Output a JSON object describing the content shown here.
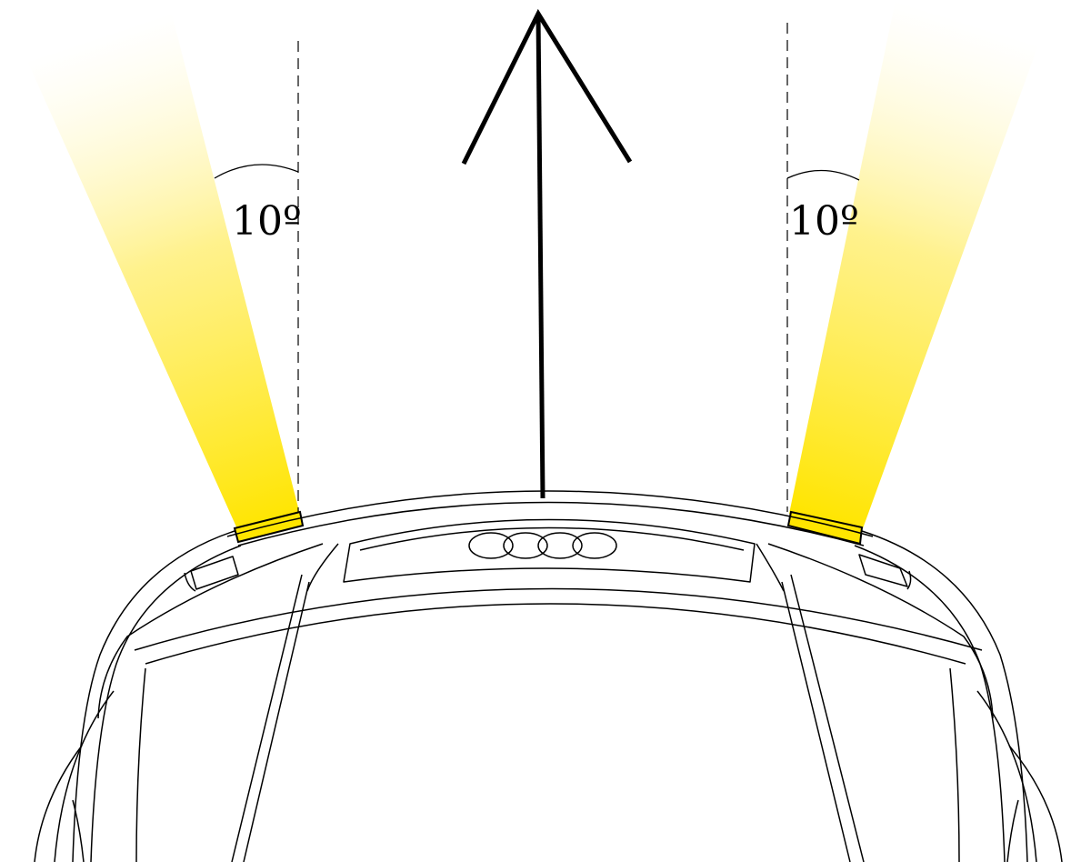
{
  "diagram": {
    "left_beam": {
      "angle_label": "10º",
      "angle_deg": 10
    },
    "right_beam": {
      "angle_label": "10º",
      "angle_deg": 10
    },
    "direction_arrow": "arrow-up",
    "colors": {
      "beam_light": "#ffe500",
      "beam_fade": "#ffffff",
      "lamp_fill": "#ffe500",
      "line": "#000000"
    }
  }
}
